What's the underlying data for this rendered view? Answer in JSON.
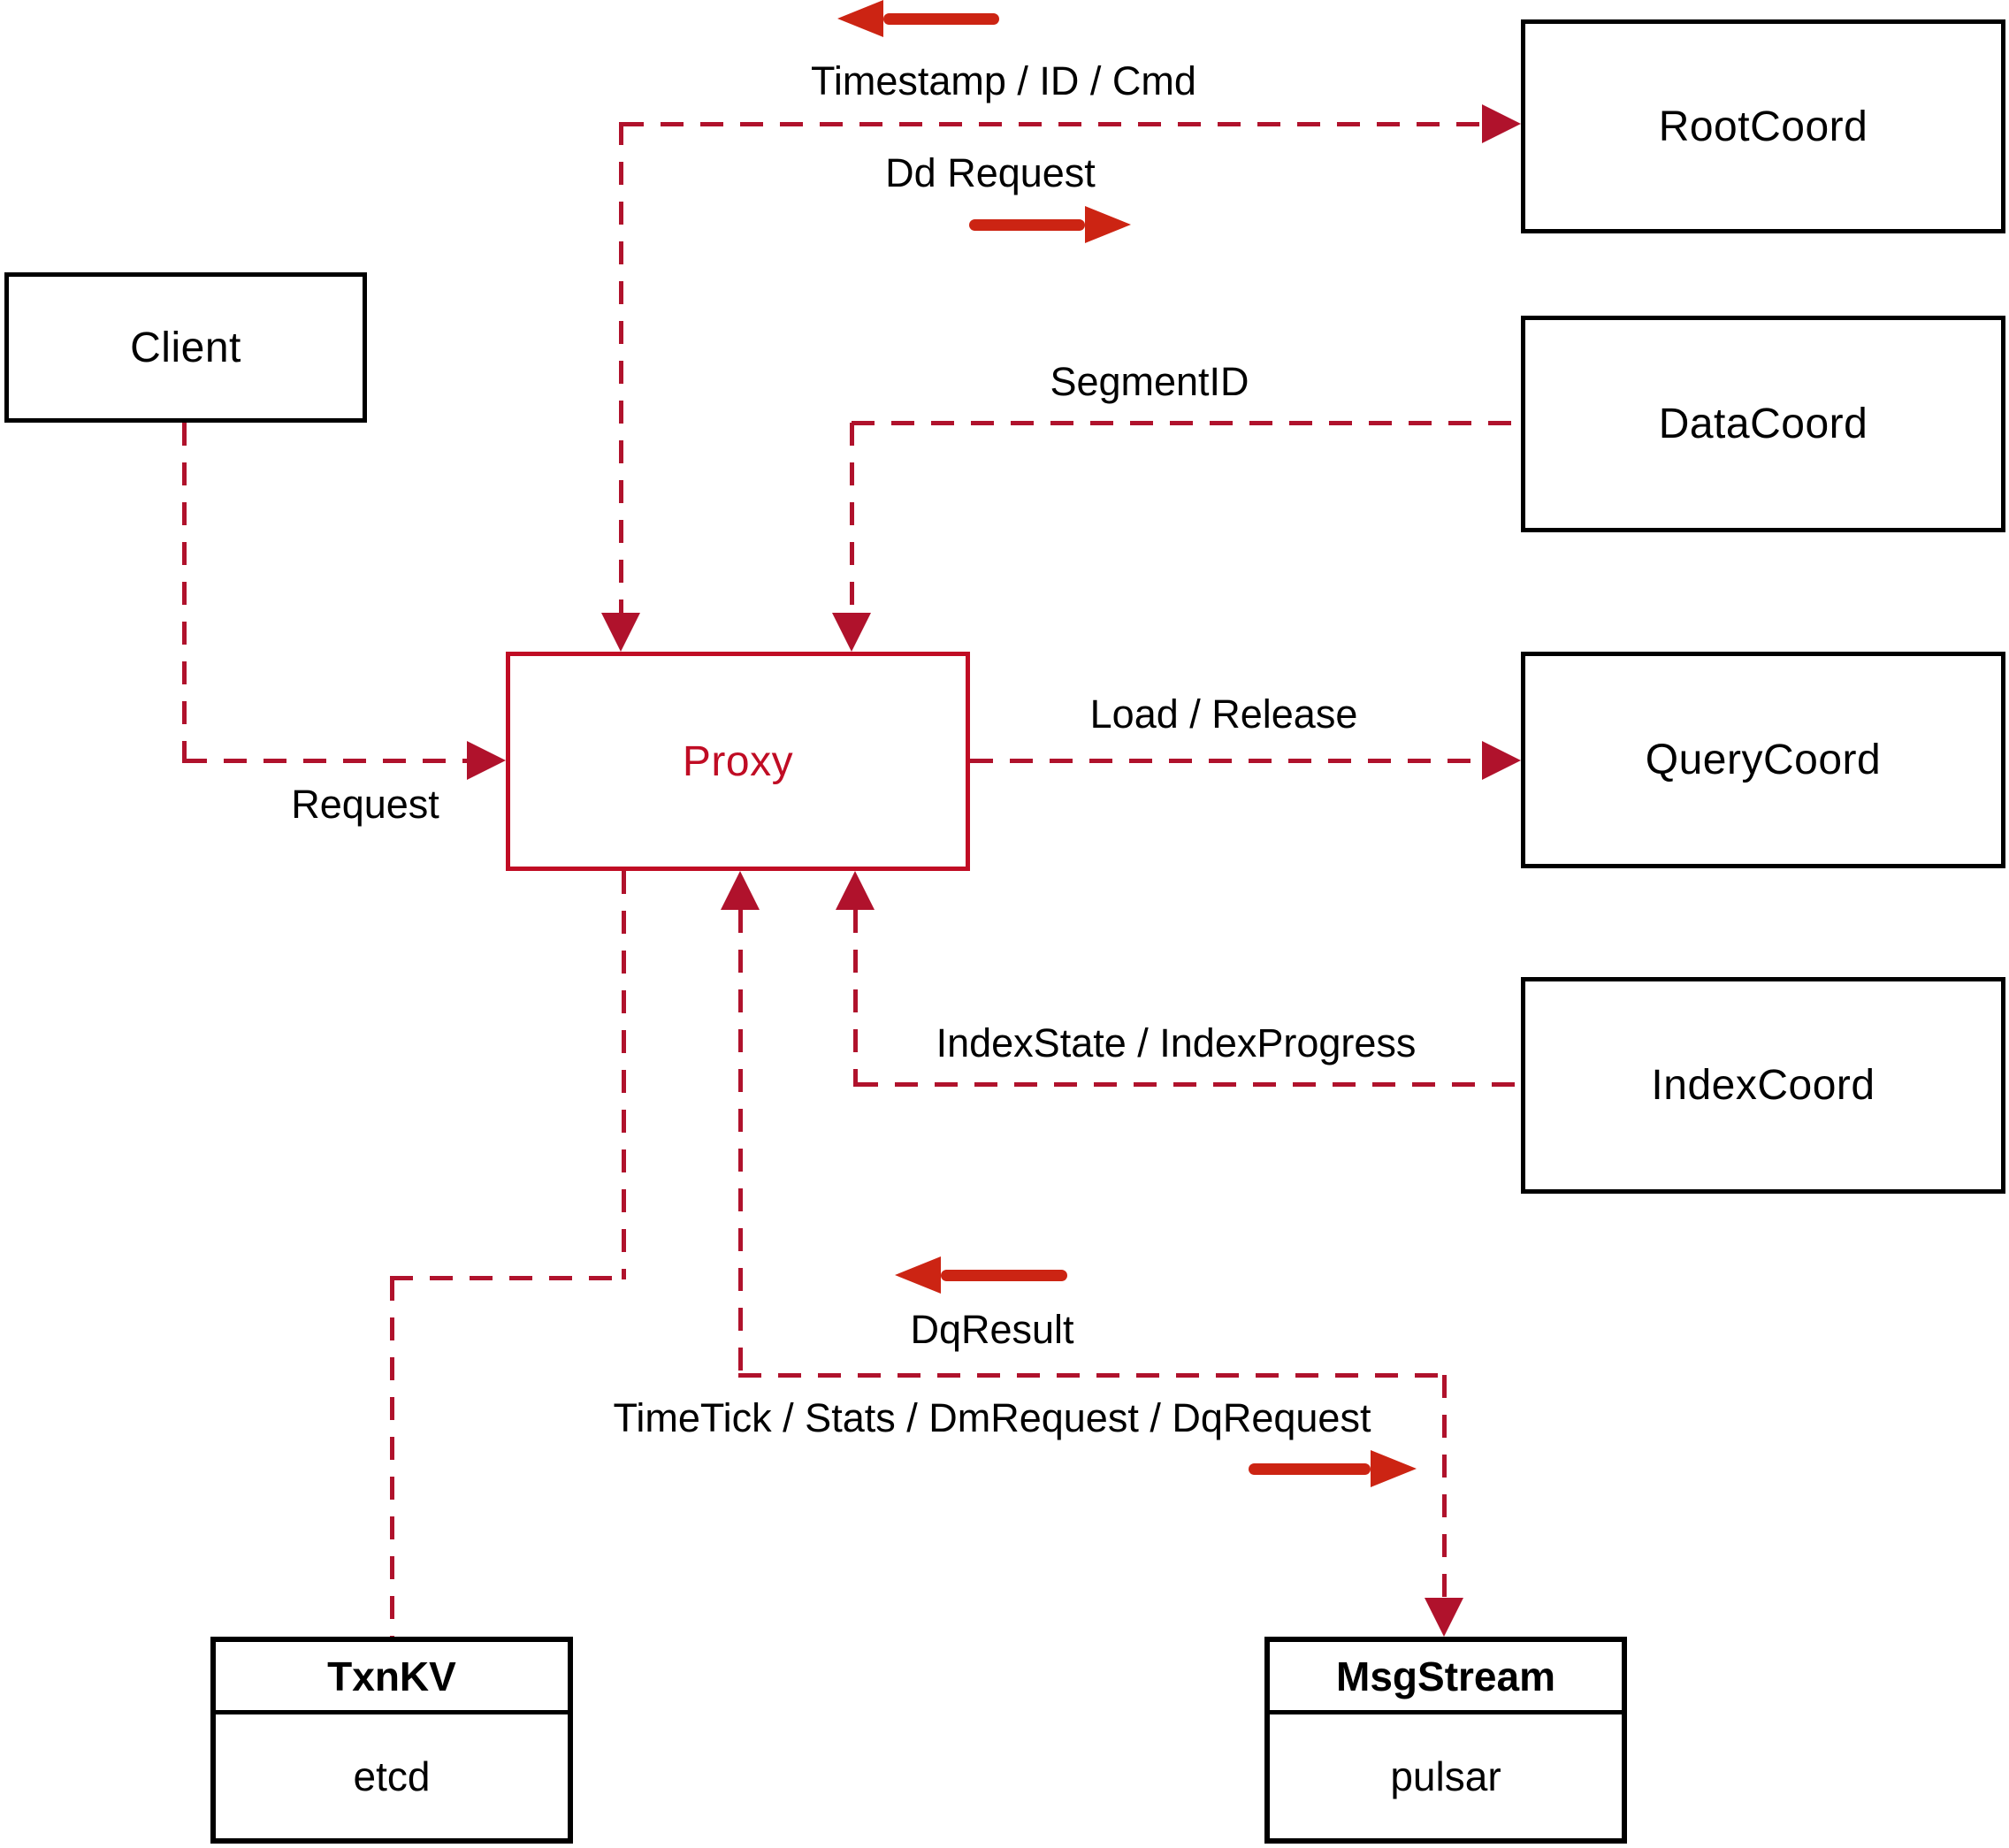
{
  "nodes": {
    "client": {
      "label": "Client"
    },
    "root_coord": {
      "label": "RootCoord"
    },
    "data_coord": {
      "label": "DataCoord"
    },
    "query_coord": {
      "label": "QueryCoord"
    },
    "index_coord": {
      "label": "IndexCoord"
    },
    "proxy": {
      "label": "Proxy"
    },
    "txn_kv": {
      "title": "TxnKV",
      "implementation": "etcd"
    },
    "msg_stream": {
      "title": "MsgStream",
      "implementation": "pulsar"
    }
  },
  "edges": {
    "client_to_proxy": {
      "label": "Request"
    },
    "rootcoord_to_proxy": {
      "label": "Timestamp / ID / Cmd"
    },
    "proxy_to_rootcoord": {
      "label": "Dd Request"
    },
    "datacoord_to_proxy": {
      "label": "SegmentID"
    },
    "proxy_to_querycoord": {
      "label": "Load / Release"
    },
    "indexcoord_to_proxy": {
      "label": "IndexState / IndexProgress"
    },
    "msgstream_to_proxy": {
      "label": "DqResult"
    },
    "proxy_to_msgstream": {
      "label": "TimeTick / Stats / DmRequest / DqRequest"
    }
  },
  "colors": {
    "dashed_line_red": "#b0122c",
    "solid_arrow_red": "#cc2413",
    "proxy_red": "#c00c24",
    "node_border": "#000000",
    "text": "#000000",
    "background": "#ffffff"
  }
}
